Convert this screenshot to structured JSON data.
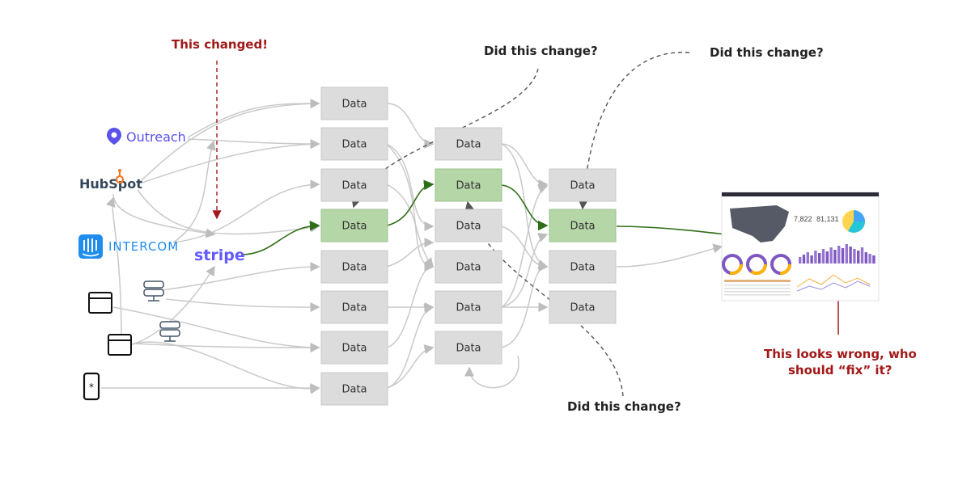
{
  "node_label": "Data",
  "sources": {
    "outreach": "Outreach",
    "hubspot": "HubSpot",
    "intercom": "INTERCOM",
    "stripe": "stripe"
  },
  "callouts": {
    "changed": "This changed!",
    "did_change_1": "Did this change?",
    "did_change_2": "Did this change?",
    "did_change_3": "Did this change?",
    "wrong_line1": "This looks wrong, who",
    "wrong_line2": "should “fix” it?"
  },
  "dashboard": {
    "kpi_1": "7,822",
    "kpi_2": "81,131"
  },
  "colors": {
    "node": "#dcdcdc",
    "node_highlight": "#b5d6a7",
    "path_highlight": "#2e6e17",
    "alert": "#a21818",
    "outreach": "#5951e8",
    "hubspot_orange": "#f57722",
    "intercom": "#1f8ded",
    "stripe": "#635bff"
  }
}
